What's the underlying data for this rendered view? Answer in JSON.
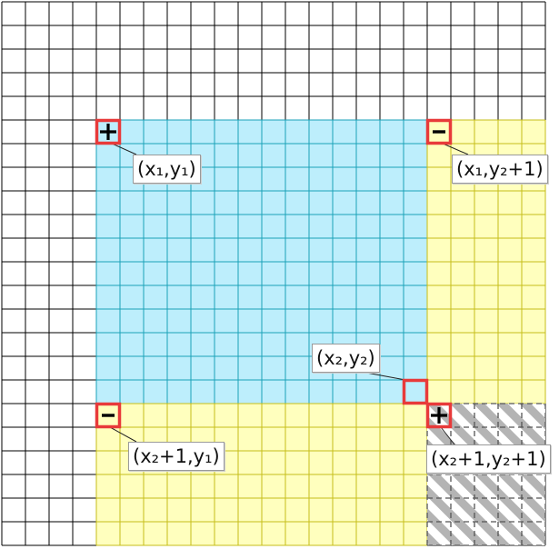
{
  "colors": {
    "background": "#ffffff",
    "grid_line": "#000000",
    "blue_fill": "#bdeefc",
    "blue_line": "#1aa2b8",
    "yellow_fill": "#ffffbe",
    "yellow_line": "#c6bd1a",
    "hatch_light": "#ffffff",
    "hatch_dark": "#b4b4b4",
    "highlight": "#e83a3a"
  },
  "markers": [
    {
      "name": "plus-marker-x1-y1",
      "sign": "+",
      "icon": "plus-icon"
    },
    {
      "name": "minus-marker-x1-y2p1",
      "sign": "-",
      "icon": "minus-icon"
    },
    {
      "name": "minus-marker-x2p1-y1",
      "sign": "-",
      "icon": "minus-icon"
    },
    {
      "name": "plus-marker-x2p1-y2p1",
      "sign": "+",
      "icon": "plus-icon"
    },
    {
      "name": "highlight-cell-x2-y2",
      "sign": "",
      "icon": ""
    }
  ],
  "labels": {
    "x1_y1": "(x₁,y₁)",
    "x1_y2p1": "(x₁,y₂+1)",
    "x2_y2": "(x₂,y₂)",
    "x2p1_y1": "(x₂+1,y₁)",
    "x2p1_y2p1": "(x₂+1,y₂+1)"
  }
}
